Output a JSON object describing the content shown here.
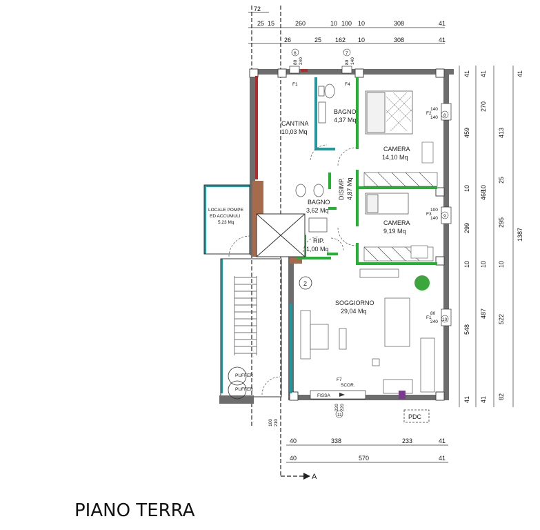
{
  "title": "PIANO TERRA",
  "rooms": [
    {
      "id": "cantina",
      "name": "CANTINA",
      "area": "10,03 Mq"
    },
    {
      "id": "bagno1",
      "name": "BAGNO",
      "area": "4,37 Mq"
    },
    {
      "id": "camera1",
      "name": "CAMERA",
      "area": "14,10 Mq"
    },
    {
      "id": "disimp",
      "name": "DISIMP.",
      "area": "4,87 Mq"
    },
    {
      "id": "bagno2",
      "name": "BAGNO",
      "area": "3,62 Mq"
    },
    {
      "id": "camera2",
      "name": "CAMERA",
      "area": "9,19 Mq"
    },
    {
      "id": "rip",
      "name": "RIP.",
      "area": "1,00 Mq"
    },
    {
      "id": "soggiorno",
      "name": "SOGGIORNO",
      "area": "29,04 Mq"
    },
    {
      "id": "locale",
      "name": "LOCALE POMPE",
      "name2": "ED ACCUMULI",
      "area": "5,23 Mq"
    }
  ],
  "top_dims": {
    "row0": [
      "72"
    ],
    "row1": [
      "25",
      "15",
      "260",
      "10",
      "100",
      "10",
      "308",
      "41"
    ],
    "row2": [
      "26",
      "25",
      "162",
      "10",
      "308",
      "41"
    ]
  },
  "bottom_dims": {
    "row1": [
      "40",
      "338",
      "233",
      "41"
    ],
    "row2": [
      "40",
      "570",
      "41"
    ]
  },
  "right_dims": {
    "col1": [
      "41",
      "459",
      "10",
      "299",
      "10",
      "548",
      "41"
    ],
    "col2": [
      "41",
      "270",
      "10",
      "468",
      "10",
      "487",
      "41"
    ],
    "col3": [
      "413",
      "25",
      "295",
      "10",
      "522",
      "82"
    ],
    "col4": [
      "41",
      "1387"
    ]
  },
  "windows": [
    {
      "id": "F1",
      "w": "80",
      "h": "240",
      "n": "6"
    },
    {
      "id": "F4",
      "w": "80",
      "h": "140",
      "n": "7"
    },
    {
      "id": "F2",
      "w": "140",
      "h": "140",
      "n": "8"
    },
    {
      "id": "F3",
      "w": "100",
      "h": "140",
      "n": "9"
    },
    {
      "id": "F1b",
      "label": "F1",
      "w": "80",
      "h": "240",
      "n": "10"
    },
    {
      "id": "F7",
      "label": "F7",
      "w": "220",
      "h": "220",
      "n": "11"
    }
  ],
  "labels": {
    "scor": "SCOR.",
    "fissa": "FISSA",
    "pdc": "PDC",
    "puffer1": "PUFFER",
    "puffer2": "PUFFER",
    "stair_no": "2",
    "section": "A",
    "door_w": "100",
    "door_h": "210"
  }
}
